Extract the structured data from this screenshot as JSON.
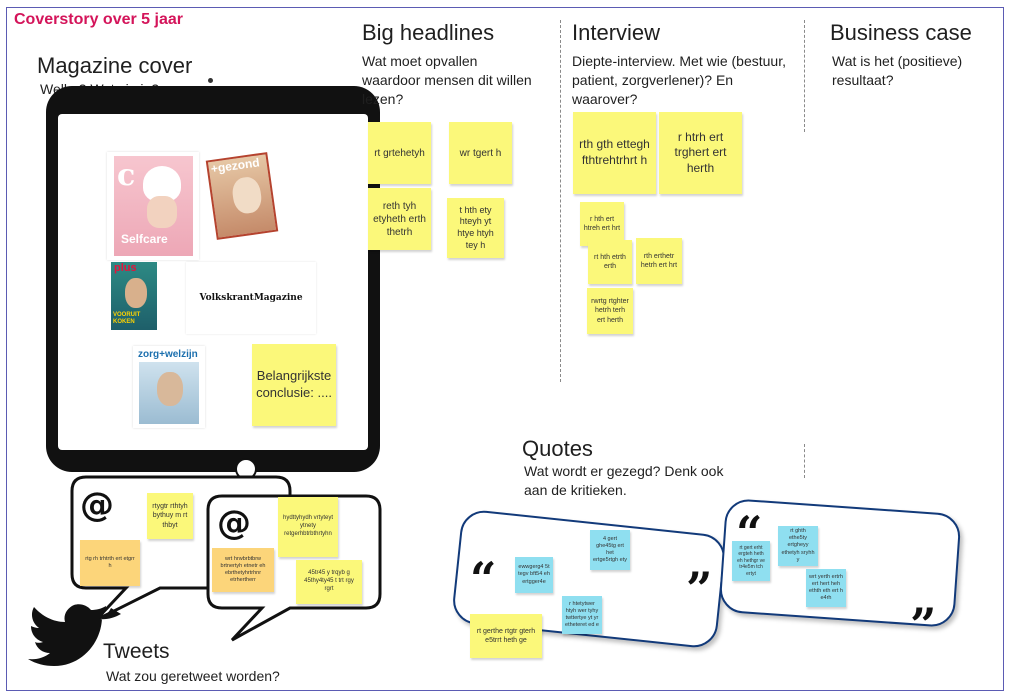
{
  "frame": {
    "title": "Coverstory over 5 jaar"
  },
  "colors": {
    "accent": "#d4145a",
    "frame_border": "#5b5bb3",
    "sticky_yellow": "#fbf87a",
    "sticky_orange": "#fcd57a",
    "sticky_cyan": "#8fdff0"
  },
  "magazine": {
    "title": "Magazine cover",
    "subtitle": "Welke? Wat zie je?",
    "covers": [
      {
        "kind": "selfcare",
        "label": "Selfcare"
      },
      {
        "kind": "gezond",
        "label": "+gezond"
      },
      {
        "kind": "plus",
        "label": "plus",
        "extra": "VOORUIT KOKEN"
      },
      {
        "kind": "volkskrant",
        "label": "VolkskrantMagazine"
      },
      {
        "kind": "zorg",
        "label": "zorg+welzijn"
      }
    ],
    "conclusion": "Belangrijkste conclusie: ...."
  },
  "headlines": {
    "title": "Big headlines",
    "subtitle": "Wat moet opvallen waardoor mensen dit willen lezen?",
    "stickies": [
      "rt grtehetyh",
      "wr tgert h",
      "reth tyh etyheth erth thetrh",
      "t hth ety hteyh yt htye htyh tey h"
    ]
  },
  "interview": {
    "title": "Interview",
    "subtitle": "Diepte-interview. Met wie (bestuur, patient, zorgverlener)? En waarover?",
    "big_stickies": [
      "rth gth ettegh fthtrehtrhrt h",
      "r htrh ert trghert ert herth"
    ],
    "small_stickies": [
      "r hth ert htreh ert hrt",
      "rt hth etrth erth",
      "rth erthetr hetrh ert hrt",
      "rwrtg rtghter hetrh terh ert herth"
    ]
  },
  "business": {
    "title": "Business case",
    "subtitle": "Wat is het (positieve) resultaat?"
  },
  "quotes": {
    "title": "Quotes",
    "subtitle": "Wat wordt er gezegd? Denk ook aan de kritieken.",
    "left_card": [
      "ewwgerg4 5t tegv bft54 eh ertgger4e",
      "4 gert ghe45tg ert het ertge5rtgh ety",
      "rt gerthe rtgtr gterh e5trrt heth ge",
      "r htetytwer htyh wer tyhy twttertye yt yr etheteret ed e"
    ],
    "right_card": [
      "rt gert erht ergteh heth eh hethgr ve tr4e5m tch ertyt",
      "rt ghth ethe5ty ertgheyy ethetyh sryhh y",
      "wrt yerth ertrh  ert hert heh ethth eth ert h e4rh"
    ]
  },
  "tweets": {
    "title": "Tweets",
    "subtitle": "Wat zou geretweet worden?",
    "bubble1": [
      "rtygtr rthtyh bythuy m rt thbyt",
      "rtg rh trhtrth ert etgrr h"
    ],
    "bubble2": [
      "hydttyhydh vrtyteyt ytnety retgerhbtrbthrtyhn",
      "wrt hrwbrbtbrw brtnertyh etnetr eh ebrthetyhrtrhnr etrhertherr",
      "45tr45 y trqyb g 45thy4ty45 t trt rgy rgrt"
    ]
  }
}
